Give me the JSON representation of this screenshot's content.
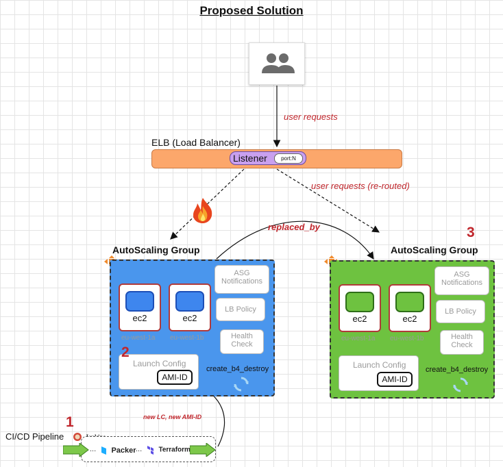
{
  "title": "Proposed Solution",
  "user_requests": "user requests",
  "user_requests_rerouted": "user requests (re-routed)",
  "elb": {
    "label": "ELB (Load Balancer)",
    "listener": "Listener",
    "port": "port:N"
  },
  "replaced_by": "replaced_by",
  "new_lc": "new LC, new AMI-ID",
  "asg_old": {
    "title": "AutoScaling Group",
    "number": "2",
    "ec2": [
      {
        "label": "ec2",
        "az": "eu-west-1a"
      },
      {
        "label": "ec2",
        "az": "eu-west-1b"
      }
    ],
    "notifications": [
      "ASG",
      "Notifications"
    ],
    "lb_policy": "LB Policy",
    "health_check": [
      "Health",
      "Check"
    ],
    "launch_config": "Launch Config",
    "ami": "AMI-ID",
    "lifecycle": "create_b4_destroy"
  },
  "asg_new": {
    "title": "AutoScaling Group",
    "number": "3",
    "ec2": [
      {
        "label": "ec2",
        "az": "eu-west-1a"
      },
      {
        "label": "ec2",
        "az": "eu-west-1b"
      }
    ],
    "notifications": [
      "ASG",
      "Notifications"
    ],
    "lb_policy": "LB Policy",
    "health_check": [
      "Health",
      "Check"
    ],
    "launch_config": "Launch Config",
    "ami": "AMI-ID",
    "lifecycle": "create_b4_destroy"
  },
  "pipeline": {
    "number": "1",
    "label": "CI/CD Pipeline",
    "jenkins": "Jenkins",
    "packer": "Packer",
    "terraform": "Terraform",
    "dots": "..."
  },
  "colors": {
    "asg_old_fill": "#4a96ed",
    "asg_new_fill": "#6ec240",
    "elb_fill": "#fca76b",
    "listener_fill": "#c9a0ef",
    "annotation_red": "#c0262c"
  },
  "icons": {
    "users": "users-group-icon",
    "fire": "fire-icon",
    "scaling": "asg-scaling-icon",
    "refresh": "refresh-cycle-icon",
    "jenkins": "jenkins-logo",
    "packer": "packer-logo",
    "terraform": "terraform-logo"
  }
}
